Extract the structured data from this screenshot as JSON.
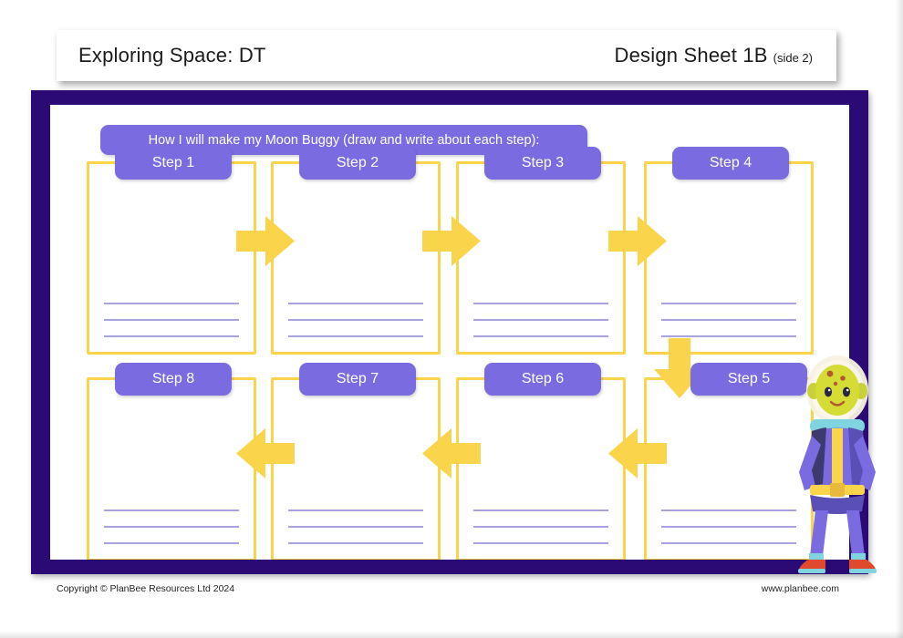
{
  "header": {
    "title": "Exploring Space: DT",
    "sheet": "Design Sheet 1B",
    "side": "(side 2)"
  },
  "banner": {
    "text": "How I will make my Moon Buggy (draw and write about each step):"
  },
  "colors": {
    "frame": "#2b0a76",
    "accent_purple": "#7b6be0",
    "accent_yellow": "#fad44a",
    "line_purple": "#a9a4e0",
    "paper": "#ffffff"
  },
  "steps": [
    {
      "label": "Step 1"
    },
    {
      "label": "Step 2"
    },
    {
      "label": "Step 3"
    },
    {
      "label": "Step 4"
    },
    {
      "label": "Step 5"
    },
    {
      "label": "Step 6"
    },
    {
      "label": "Step 7"
    },
    {
      "label": "Step 8"
    }
  ],
  "arrows": [
    {
      "name": "arrow-step1-to-step2",
      "direction": "right"
    },
    {
      "name": "arrow-step2-to-step3",
      "direction": "right"
    },
    {
      "name": "arrow-step3-to-step4",
      "direction": "right"
    },
    {
      "name": "arrow-step4-to-step5",
      "direction": "down"
    },
    {
      "name": "arrow-step5-to-step6",
      "direction": "left"
    },
    {
      "name": "arrow-step6-to-step7",
      "direction": "left"
    },
    {
      "name": "arrow-step7-to-step8",
      "direction": "left"
    }
  ],
  "illustration": {
    "name": "alien-astronaut"
  },
  "footer": {
    "copyright": "Copyright © PlanBee Resources Ltd 2024",
    "website": "www.planbee.com"
  }
}
